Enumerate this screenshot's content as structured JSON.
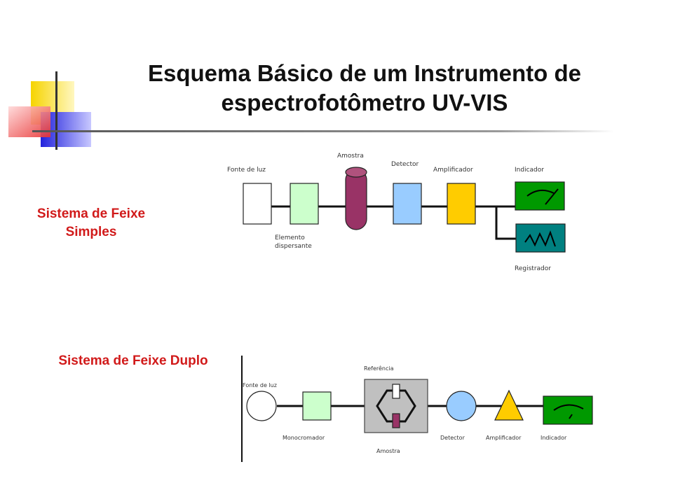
{
  "slide": {
    "title_line1": "Esquema Básico de um Instrumento de",
    "title_line2": "espectrofotômetro UV-VIS",
    "colors": {
      "title": "#111111",
      "section_label": "#d11a1a",
      "deco_yellow": "#f6d400",
      "deco_blue": "#2e2ee0",
      "deco_red": "#f04040"
    }
  },
  "simple_beam": {
    "label": "Sistema de Feixe Simples",
    "components": {
      "light_source": "Fonte de luz",
      "dispersing_element_line1": "Elemento",
      "dispersing_element_line2": "dispersante",
      "sample": "Amostra",
      "detector": "Detector",
      "amplifier": "Amplificador",
      "indicator": "Indicador",
      "recorder": "Registrador"
    },
    "colors": {
      "light_source": "#ffffff",
      "dispersing_element": "#ccffcc",
      "sample": "#993366",
      "detector": "#99ccff",
      "amplifier": "#ffcc00",
      "indicator": "#009900",
      "recorder": "#008080"
    }
  },
  "double_beam": {
    "label": "Sistema de Feixe Duplo",
    "components": {
      "light_source": "Fonte de luz",
      "monochromator": "Monocromador",
      "reference": "Referência",
      "sample": "Amostra",
      "detector": "Detector",
      "amplifier": "Amplificador",
      "indicator": "Indicador"
    },
    "colors": {
      "light_source": "#ffffff",
      "monochromator": "#ccffcc",
      "chopper_box": "#c0c0c0",
      "reference_cell": "#ffffff",
      "sample_cell": "#993366",
      "detector": "#99ccff",
      "amplifier": "#ffcc00",
      "indicator": "#009900"
    }
  }
}
